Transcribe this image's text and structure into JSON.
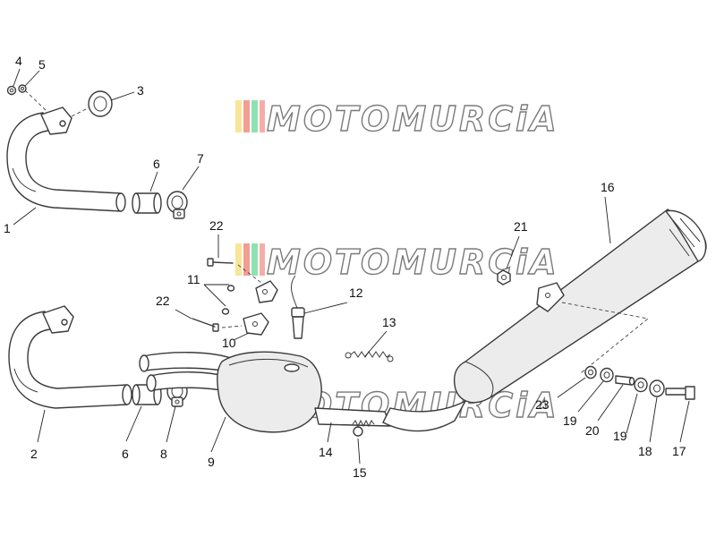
{
  "diagram": {
    "watermark": "MOTOMURCiA",
    "watermark_colors": [
      "#f4d03f",
      "#e74c3c",
      "#2ecc71",
      "#e74c3c"
    ],
    "callouts": [
      {
        "id": "c1",
        "label": "1"
      },
      {
        "id": "c2",
        "label": "2"
      },
      {
        "id": "c3",
        "label": "3"
      },
      {
        "id": "c4",
        "label": "4"
      },
      {
        "id": "c5",
        "label": "5"
      },
      {
        "id": "c6a",
        "label": "6"
      },
      {
        "id": "c6b",
        "label": "6"
      },
      {
        "id": "c7",
        "label": "7"
      },
      {
        "id": "c8",
        "label": "8"
      },
      {
        "id": "c9",
        "label": "9"
      },
      {
        "id": "c10",
        "label": "10"
      },
      {
        "id": "c11",
        "label": "11"
      },
      {
        "id": "c12",
        "label": "12"
      },
      {
        "id": "c13",
        "label": "13"
      },
      {
        "id": "c14",
        "label": "14"
      },
      {
        "id": "c15",
        "label": "15"
      },
      {
        "id": "c16",
        "label": "16"
      },
      {
        "id": "c17",
        "label": "17"
      },
      {
        "id": "c18",
        "label": "18"
      },
      {
        "id": "c19a",
        "label": "19"
      },
      {
        "id": "c19b",
        "label": "19"
      },
      {
        "id": "c20",
        "label": "20"
      },
      {
        "id": "c21",
        "label": "21"
      },
      {
        "id": "c22a",
        "label": "22"
      },
      {
        "id": "c22b",
        "label": "22"
      },
      {
        "id": "c23",
        "label": "23"
      }
    ]
  }
}
